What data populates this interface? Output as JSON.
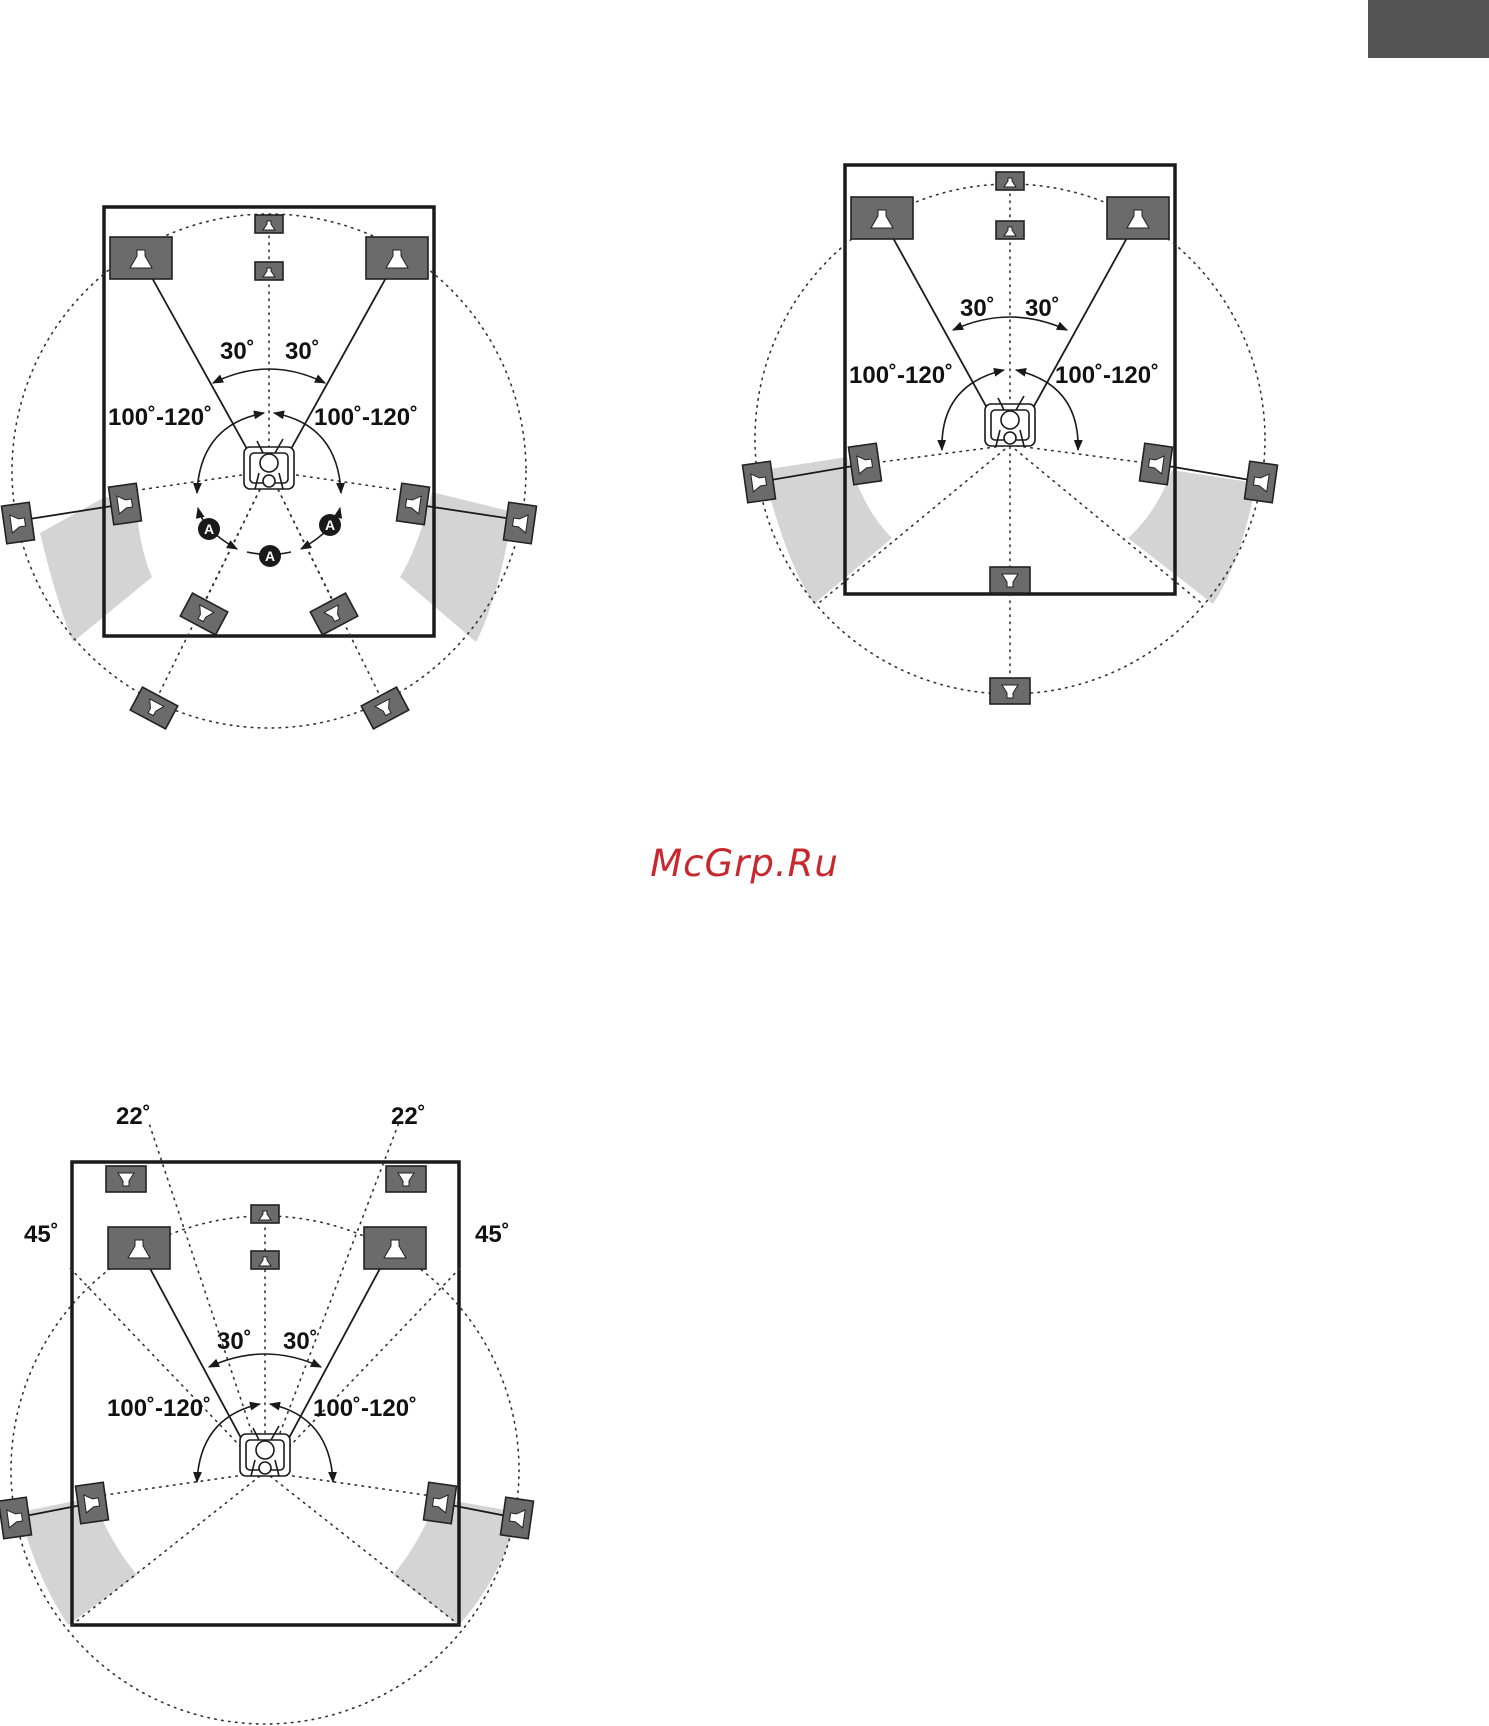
{
  "page": {
    "watermark": "McGrp.Ru"
  },
  "diagrams": {
    "top_left": {
      "front_angle_left": "30˚",
      "front_angle_right": "30˚",
      "surround_angle_left": "100˚-120˚",
      "surround_angle_right": "100˚-120˚",
      "marker_label": "A"
    },
    "top_right": {
      "front_angle_left": "30˚",
      "front_angle_right": "30˚",
      "surround_angle_left": "100˚-120˚",
      "surround_angle_right": "100˚-120˚"
    },
    "bottom": {
      "front_angle_left": "30˚",
      "front_angle_right": "30˚",
      "surround_angle_left": "100˚-120˚",
      "surround_angle_right": "100˚-120˚",
      "height_angle_left": "22˚",
      "height_angle_right": "22˚",
      "wide_angle_left": "45˚",
      "wide_angle_right": "45˚"
    }
  },
  "colors": {
    "speaker": "#6b6b6b",
    "shade": "#d4d4d4",
    "watermark": "#c8282d",
    "corner_tab": "#555555"
  }
}
